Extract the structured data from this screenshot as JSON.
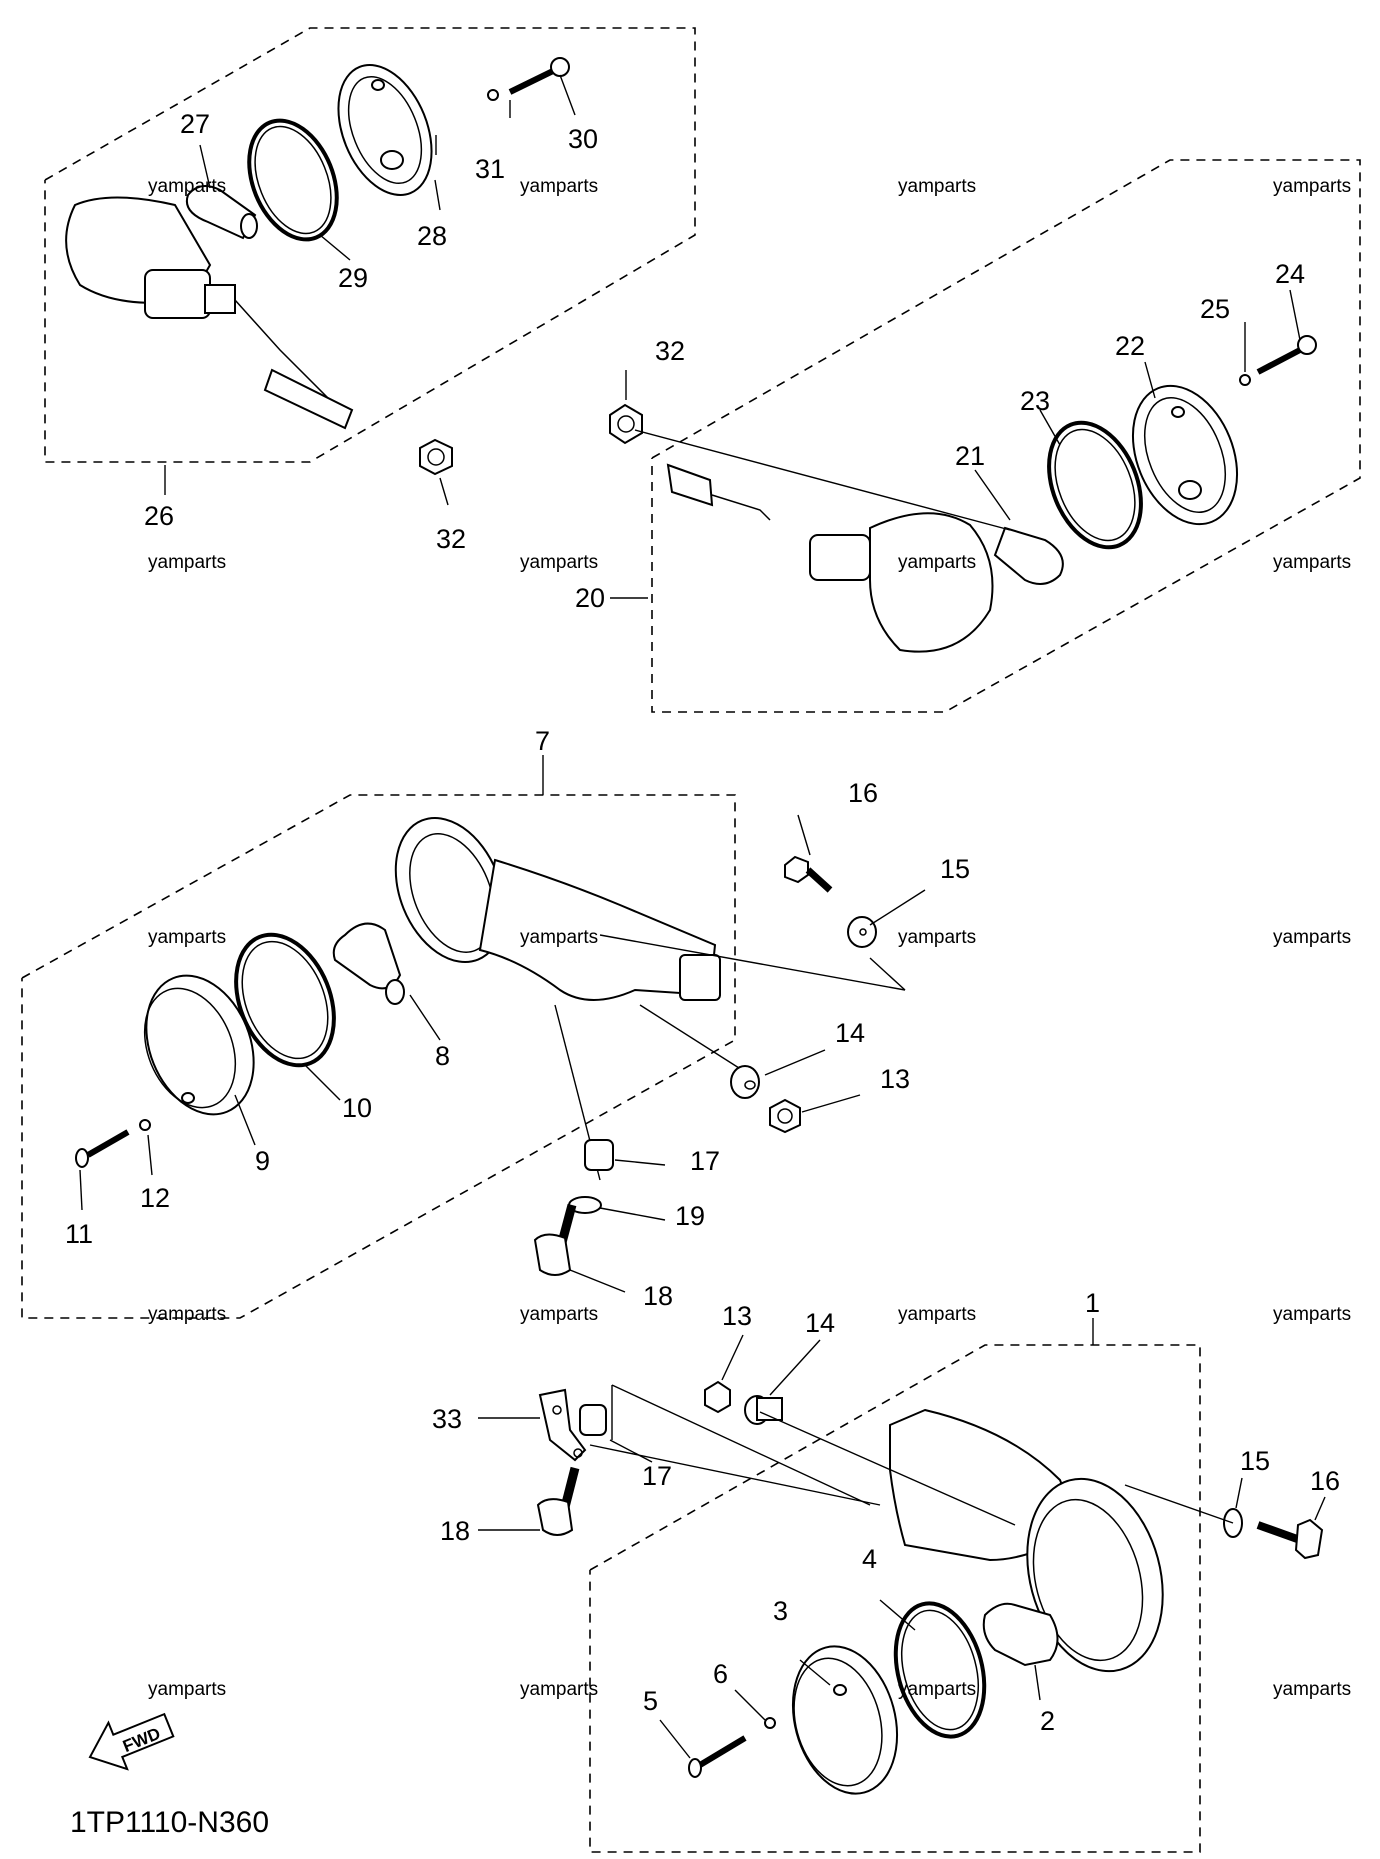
{
  "diagram_code": "1TP1110-N360",
  "fwd_label": "FWD",
  "watermark": "yamparts",
  "callouts": {
    "c1": "1",
    "c2": "2",
    "c3": "3",
    "c4": "4",
    "c5": "5",
    "c6": "6",
    "c7": "7",
    "c8": "8",
    "c9": "9",
    "c10": "10",
    "c11": "11",
    "c12": "12",
    "c13a": "13",
    "c13b": "13",
    "c14a": "14",
    "c14b": "14",
    "c15a": "15",
    "c15b": "15",
    "c16a": "16",
    "c16b": "16",
    "c17a": "17",
    "c17b": "17",
    "c18a": "18",
    "c18b": "18",
    "c19": "19",
    "c20": "20",
    "c21": "21",
    "c22": "22",
    "c23": "23",
    "c24": "24",
    "c25": "25",
    "c26": "26",
    "c27": "27",
    "c28": "28",
    "c29": "29",
    "c30": "30",
    "c31": "31",
    "c32a": "32",
    "c32b": "32",
    "c33": "33"
  }
}
